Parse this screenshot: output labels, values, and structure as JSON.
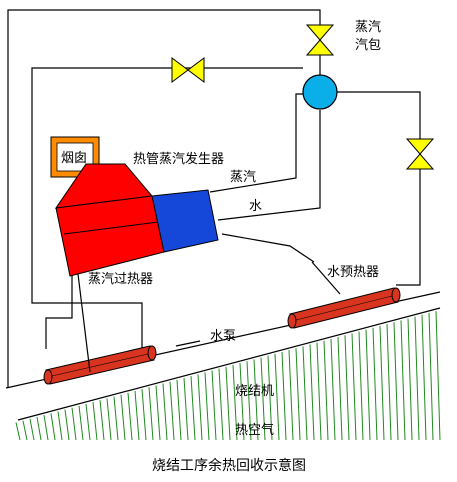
{
  "labels": {
    "steam_drum_line1": "蒸汽",
    "steam_drum_line2": "汽包",
    "flue_gas": "烟囱",
    "heat_pipe_generator": "热管蒸汽发生器",
    "steam": "蒸汽",
    "water": "水",
    "steam_superheater": "蒸汽过热器",
    "water_preheater": "水预热器",
    "water_pump": "水泵",
    "sintering_machine": "烧结机",
    "hot_air": "热空气"
  },
  "caption": "烧结工序余热回收示意图",
  "colors": {
    "line": "#000000",
    "drum": "#0aaee8",
    "valve": "#ffff00",
    "chimney_frame": "#ff8c00",
    "superheater": "#ff0000",
    "economizer": "#1547d8",
    "pipe": "#d9341f",
    "hatch": "#1f8a1f"
  }
}
